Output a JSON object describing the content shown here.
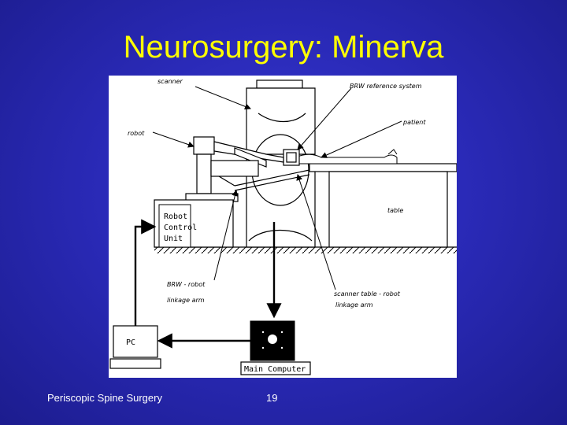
{
  "slide": {
    "title": "Neurosurgery: Minerva",
    "footer_left": "Periscopic Spine Surgery",
    "slide_number": "19",
    "colors": {
      "title": "#ffff00",
      "background": "#2a2ab8",
      "footer": "#ffffff"
    }
  },
  "figure": {
    "labels": {
      "scanner": "scanner",
      "brw_reference": "BRW reference system",
      "patient": "patient",
      "robot": "robot",
      "table": "table",
      "brw_robot": "BRW - robot",
      "brw_robot_2": "linkage arm",
      "scanner_table": "scanner table - robot",
      "scanner_table_2": "linkage arm"
    },
    "robot_control_unit": [
      "Robot",
      "Control",
      "Unit"
    ],
    "pc": "PC",
    "main_computer": "Main Computer"
  }
}
